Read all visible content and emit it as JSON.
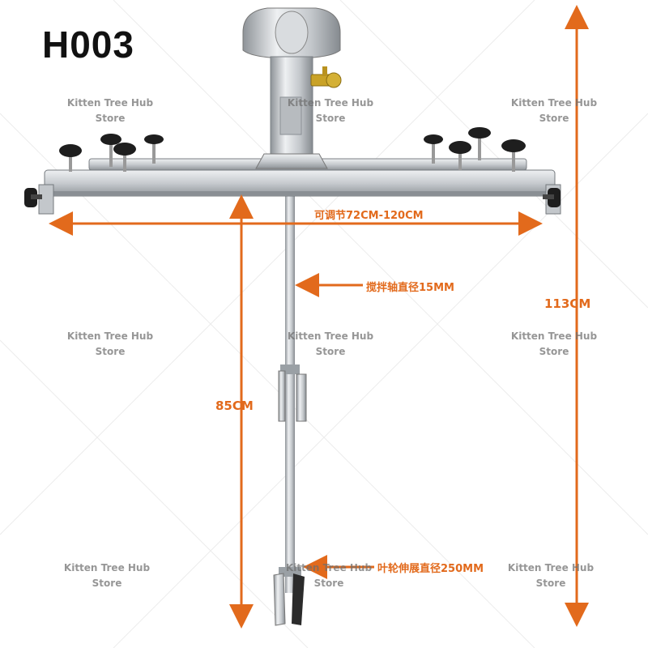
{
  "model": "H003",
  "dimensions": {
    "width_range": "可调节72CM-120CM",
    "shaft_diameter": "搅拌轴直径15MM",
    "total_height": "113CM",
    "shaft_length": "85CM",
    "impeller_span": "叶轮伸展直径250MM"
  },
  "watermark": {
    "line1": "Kitten Tree Hub",
    "line2": "Store"
  },
  "colors": {
    "annotation": "#e26a1c",
    "metal": "#c4c8cc",
    "knob": "#1e1e1e",
    "valve": "#c9a227"
  }
}
